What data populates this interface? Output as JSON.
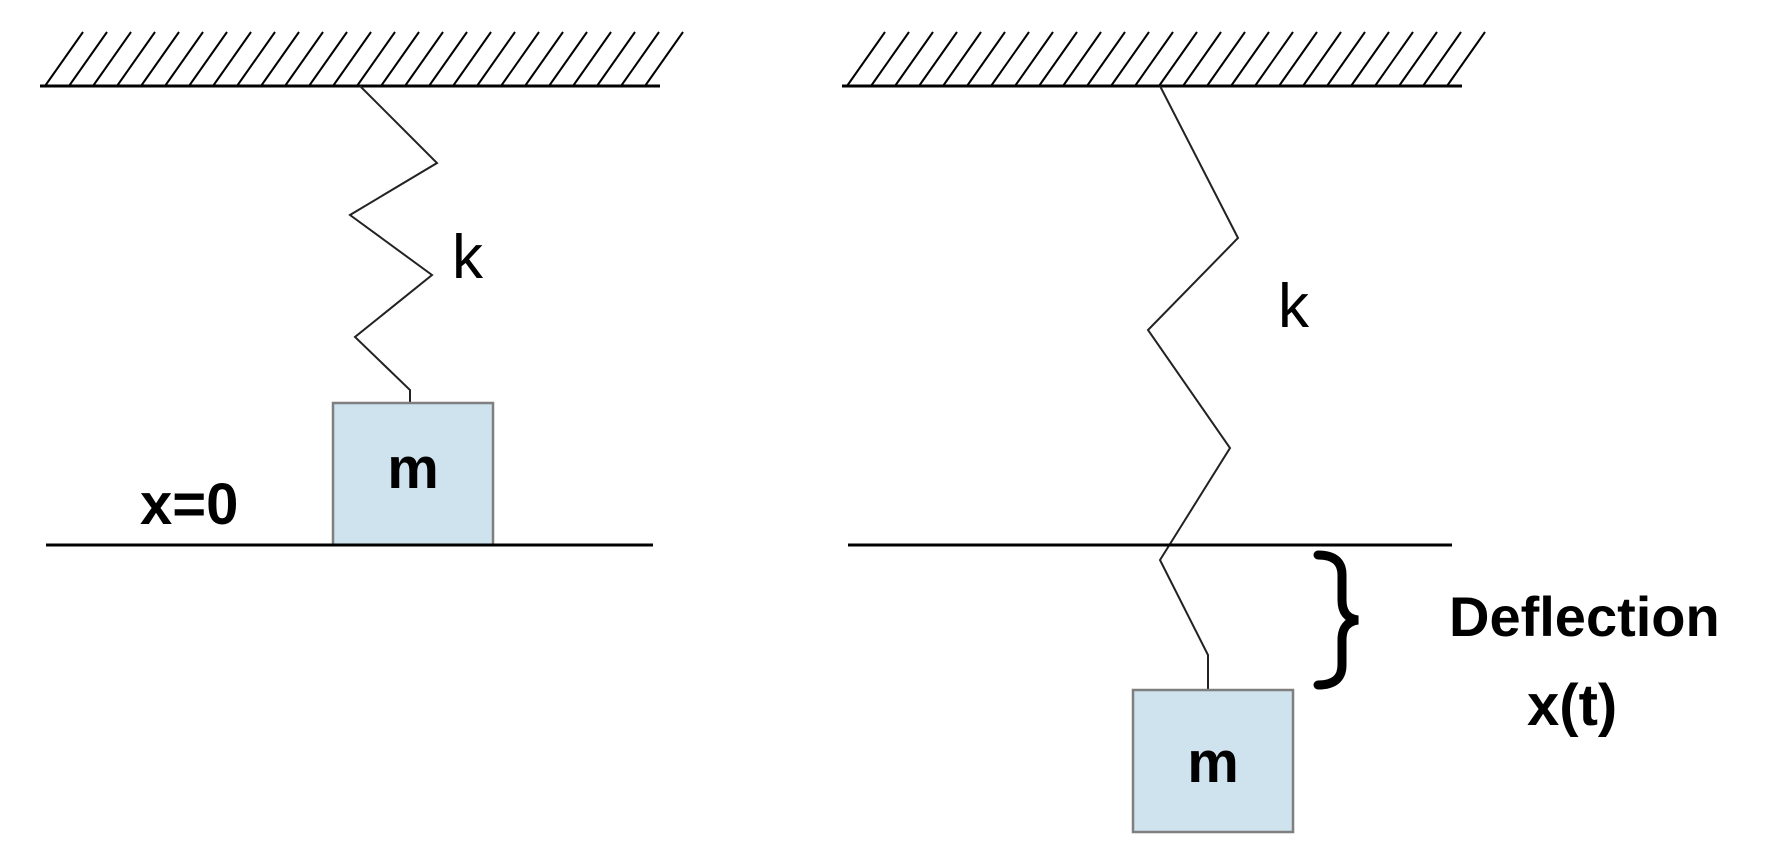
{
  "left_panel": {
    "spring_label": "k",
    "mass_label": "m",
    "position_label": "x=0"
  },
  "right_panel": {
    "spring_label": "k",
    "mass_label": "m",
    "deflection_label": "Deflection",
    "deflection_symbol": "x(t)"
  },
  "colors": {
    "mass_fill": "#cfe3ef",
    "mass_border": "#7f7f7f",
    "lines": "#000000"
  }
}
